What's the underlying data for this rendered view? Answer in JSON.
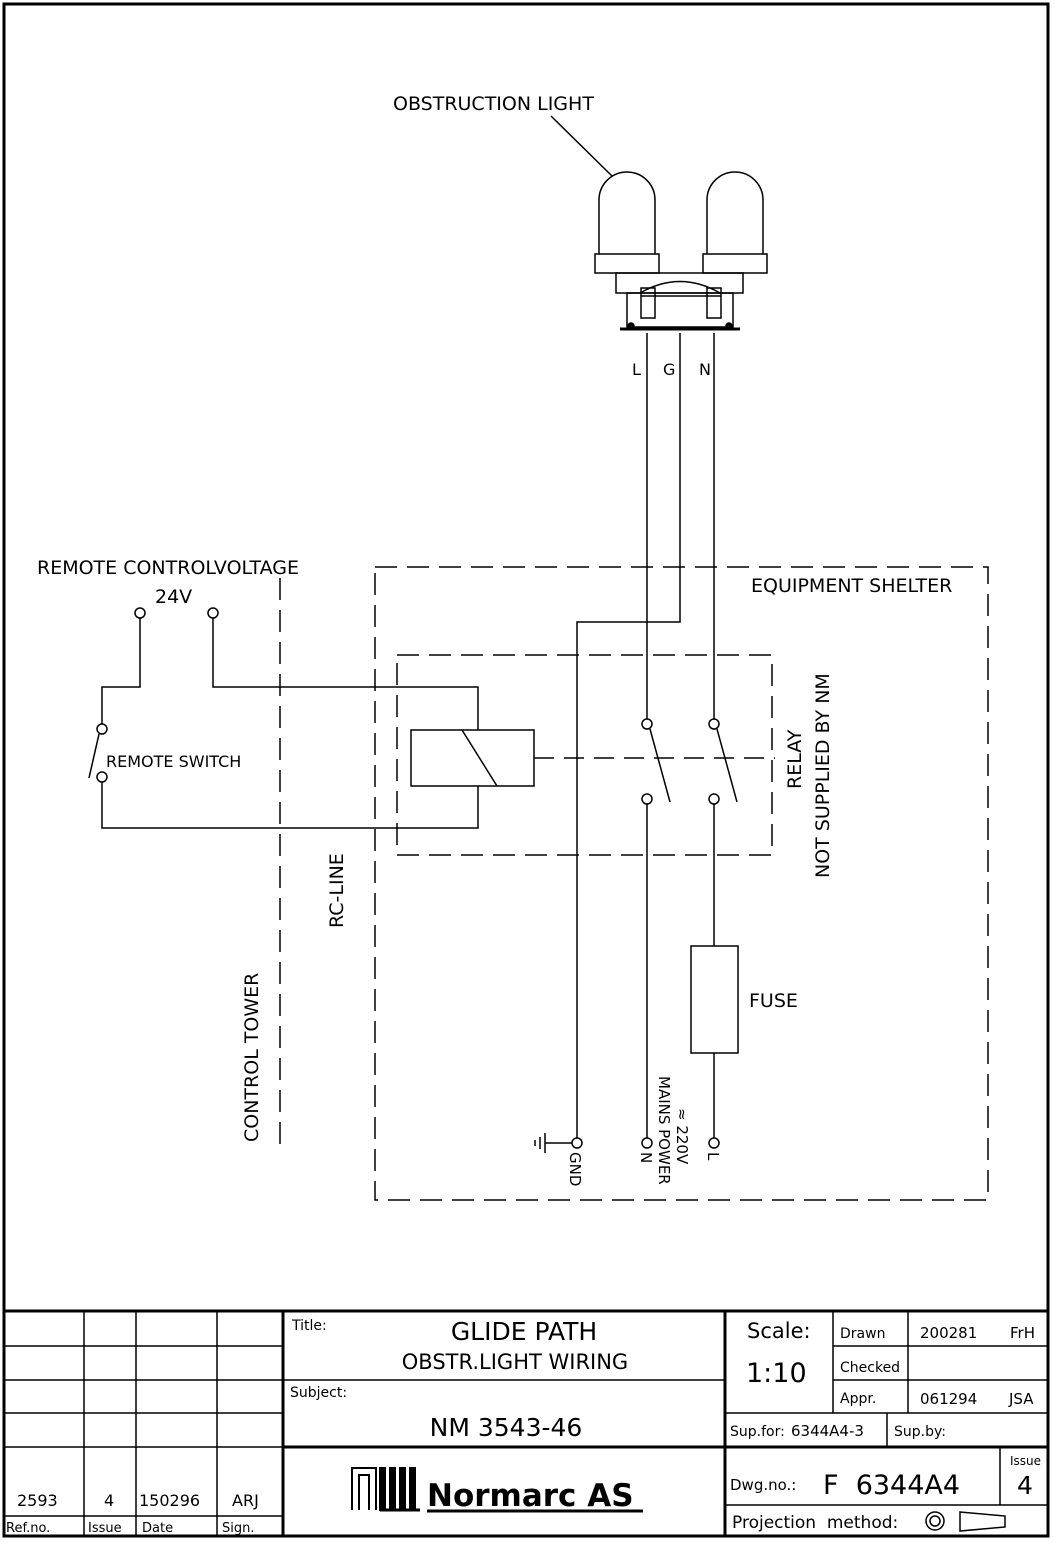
{
  "labels": {
    "obstruction_light": "OBSTRUCTION LIGHT",
    "lamp_l": "L",
    "lamp_g": "G",
    "lamp_n": "N",
    "remote_control_voltage": "REMOTE CONTROLVOLTAGE",
    "voltage_24v": "24V",
    "equipment_shelter": "EQUIPMENT SHELTER",
    "remote_switch": "REMOTE SWITCH",
    "relay": "RELAY",
    "not_supplied": "NOT SUPPLIED BY NM",
    "rc_line": "RC-LINE",
    "control_tower": "CONTROL TOWER",
    "fuse": "FUSE",
    "gnd": "GND",
    "term_n": "N",
    "mains_power": "MAINS POWER",
    "voltage_220v": "≈ 220V",
    "term_l": "L"
  },
  "title_block": {
    "title_label": "Title:",
    "title_line1": "GLIDE PATH",
    "title_line2": "OBSTR.LIGHT WIRING",
    "subject_label": "Subject:",
    "subject": "NM 3543-46",
    "scale_label": "Scale:",
    "scale": "1:10",
    "drawn_label": "Drawn",
    "drawn_date": "200281",
    "drawn_sign": "FrH",
    "checked_label": "Checked",
    "appr_label": "Appr.",
    "appr_date": "061294",
    "appr_sign": "JSA",
    "sup_for_label": "Sup.for:",
    "sup_for": "6344A4-3",
    "sup_by_label": "Sup.by:",
    "dwg_label": "Dwg.no.:",
    "dwg_no": "F  6344A4",
    "issue_label": "Issue",
    "issue": "4",
    "projection_label": "Projection  method:",
    "company": "Normarc AS",
    "revision": {
      "ref_no": "2593",
      "issue": "4",
      "date": "150296",
      "sign": "ARJ"
    },
    "col_ref": "Ref.no.",
    "col_issue": "Issue",
    "col_date": "Date",
    "col_sign": "Sign."
  }
}
